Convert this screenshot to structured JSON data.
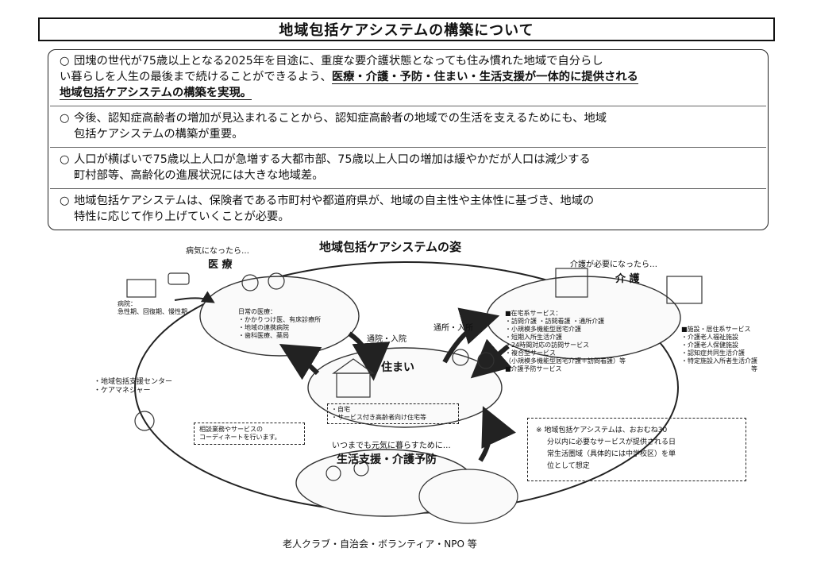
{
  "header": {
    "title": "地域包括ケアシステムの構築について"
  },
  "points": [
    {
      "mark": "○",
      "lines": [
        "団塊の世代が75歳以上となる2025年を目途に、重度な要介護状態となっても住み慣れた地域で自分らし",
        "い暮らしを人生の最後まで続けることができるよう、"
      ],
      "emph1": "医療・介護・予防・住まい・生活支援が一体的に提供される",
      "emph2": "地域包括ケアシステムの構築を実現。"
    },
    {
      "mark": "○",
      "lines": [
        "今後、認知症高齢者の増加が見込まれることから、認知症高齢者の地域での生活を支えるためにも、地域",
        "包括ケアシステムの構築が重要。"
      ]
    },
    {
      "mark": "○",
      "lines": [
        "人口が横ばいで75歳以上人口が急増する大都市部、75歳以上人口の増加は緩やかだが人口は減少する",
        "町村部等、高齢化の進展状況には大きな地域差。"
      ]
    },
    {
      "mark": "○",
      "lines": [
        "地域包括ケアシステムは、保険者である市町村や都道府県が、地域の自主性や主体性に基づき、地域の",
        "特性に応じて作り上げていくことが必要。"
      ]
    }
  ],
  "diagram": {
    "title": "地域包括ケアシステムの姿",
    "medical": {
      "when": "病気になったら…",
      "label": "医 療",
      "hospital": [
        "病院：",
        "急性期、回復期、慢性期"
      ],
      "daily": [
        "日常の医療：",
        "・かかりつけ医、有床診療所",
        "・地域の連携病院",
        "・歯科医療、薬局"
      ]
    },
    "care": {
      "when": "介護が必要になったら…",
      "label": "介 護",
      "home_title": "■在宅系サービス：",
      "home": [
        "・訪問介護 ・訪問看護 ・通所介護",
        "・小規模多機能型居宅介護",
        "・短期入所生活介護",
        "・24時間対応の訪問サービス",
        "・複合型サービス",
        "（小規模多機能型居宅介護＋訪問看護）等"
      ],
      "prevention": "■介護予防サービス",
      "facility_title": "■施設・居住系サービス",
      "facility": [
        "・介護老人福祉施設",
        "・介護老人保健施設",
        "・認知症共同生活介護",
        "・特定施設入所者生活介護",
        "等"
      ]
    },
    "housing": {
      "label": "住まい",
      "items": [
        "・自宅",
        "・サービス付き高齢者向け住宅等"
      ]
    },
    "arrows": {
      "visit_left": "通院・入院",
      "visit_right": "通所・入所"
    },
    "support_center": [
      "・地域包括支援センター",
      "・ケアマネジャー"
    ],
    "consult": [
      "相談業務やサービスの",
      "コーディネートを行います。"
    ],
    "life": {
      "when": "いつまでも元気に暮らすために…",
      "label": "生活支援・介護予防",
      "groups": "老人クラブ・自治会・ボランティア・NPO 等"
    },
    "note": {
      "mark": "※",
      "lines": [
        "地域包括ケアシステムは、おおむね30",
        "分以内に必要なサービスが提供される日",
        "常生活圏域（具体的には中学校区）を単",
        "位として想定"
      ]
    }
  }
}
